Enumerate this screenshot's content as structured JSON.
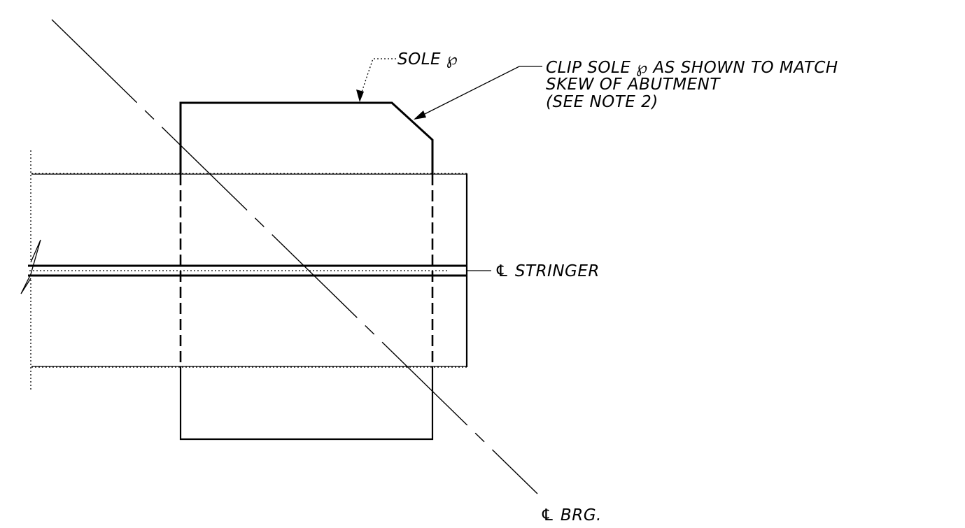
{
  "labels": {
    "sole_plate": "SOLE ℘",
    "clip_note_line1": "CLIP SOLE ℘ AS SHOWN TO MATCH",
    "clip_note_line2": "SKEW OF ABUTMENT",
    "clip_note_line3": "(SEE NOTE 2)",
    "centerline_stringer": "℄ STRINGER",
    "centerline_bearing": "℄ BRG."
  }
}
